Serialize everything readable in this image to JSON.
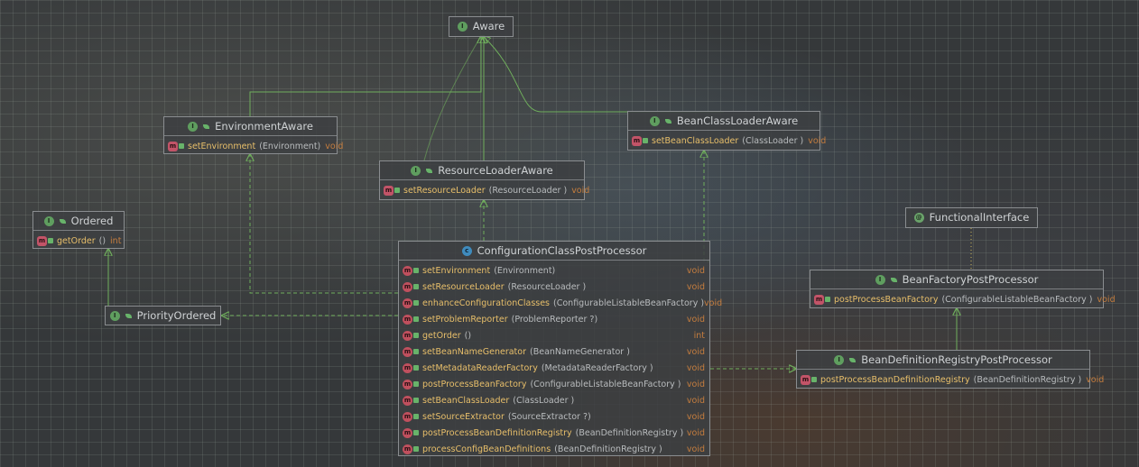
{
  "nodes": {
    "aware": {
      "name": "Aware",
      "kind": "I"
    },
    "environment_aware": {
      "name": "EnvironmentAware",
      "kind": "I",
      "methods": [
        {
          "name": "setEnvironment",
          "params": "(Environment)",
          "ret": "void"
        }
      ]
    },
    "bean_class_loader_aware": {
      "name": "BeanClassLoaderAware",
      "kind": "I",
      "methods": [
        {
          "name": "setBeanClassLoader",
          "params": "(ClassLoader )",
          "ret": "void"
        }
      ]
    },
    "resource_loader_aware": {
      "name": "ResourceLoaderAware",
      "kind": "I",
      "methods": [
        {
          "name": "setResourceLoader",
          "params": "(ResourceLoader )",
          "ret": "void"
        }
      ]
    },
    "ordered": {
      "name": "Ordered",
      "kind": "I",
      "methods": [
        {
          "name": "getOrder",
          "params": "()",
          "ret": "int"
        }
      ]
    },
    "priority_ordered": {
      "name": "PriorityOrdered",
      "kind": "I"
    },
    "functional_interface": {
      "name": "FunctionalInterface",
      "kind": "@"
    },
    "bean_factory_post_processor": {
      "name": "BeanFactoryPostProcessor",
      "kind": "I",
      "methods": [
        {
          "name": "postProcessBeanFactory",
          "params": "(ConfigurableListableBeanFactory )",
          "ret": "void"
        }
      ]
    },
    "bean_definition_registry_post_processor": {
      "name": "BeanDefinitionRegistryPostProcessor",
      "kind": "I",
      "methods": [
        {
          "name": "postProcessBeanDefinitionRegistry",
          "params": "(BeanDefinitionRegistry )",
          "ret": "void"
        }
      ]
    },
    "configuration_class_post_processor": {
      "name": "ConfigurationClassPostProcessor",
      "kind": "C",
      "methods": [
        {
          "name": "setEnvironment",
          "params": "(Environment)",
          "ret": "void"
        },
        {
          "name": "setResourceLoader",
          "params": "(ResourceLoader )",
          "ret": "void"
        },
        {
          "name": "enhanceConfigurationClasses",
          "params": "(ConfigurableListableBeanFactory )",
          "ret": "void"
        },
        {
          "name": "setProblemReporter",
          "params": "(ProblemReporter ?)",
          "ret": "void"
        },
        {
          "name": "getOrder",
          "params": "()",
          "ret": "int"
        },
        {
          "name": "setBeanNameGenerator",
          "params": "(BeanNameGenerator )",
          "ret": "void"
        },
        {
          "name": "setMetadataReaderFactory",
          "params": "(MetadataReaderFactory )",
          "ret": "void"
        },
        {
          "name": "postProcessBeanFactory",
          "params": "(ConfigurableListableBeanFactory )",
          "ret": "void"
        },
        {
          "name": "setBeanClassLoader",
          "params": "(ClassLoader )",
          "ret": "void"
        },
        {
          "name": "setSourceExtractor",
          "params": "(SourceExtractor ?)",
          "ret": "void"
        },
        {
          "name": "postProcessBeanDefinitionRegistry",
          "params": "(BeanDefinitionRegistry )",
          "ret": "void"
        },
        {
          "name": "processConfigBeanDefinitions",
          "params": "(BeanDefinitionRegistry )",
          "ret": "void"
        }
      ]
    }
  },
  "colors": {
    "extends_edge": "#6fae5c",
    "implements_edge": "#6fae5c",
    "annotation_edge": "#c9b35a",
    "method_name": "#e8bf6a",
    "return_type": "#c57d3e"
  },
  "icons": {
    "interface": "interface-icon",
    "class": "class-icon",
    "annotation": "annotation-icon",
    "method": "method-icon",
    "abstract_method": "abstract-method-icon"
  }
}
